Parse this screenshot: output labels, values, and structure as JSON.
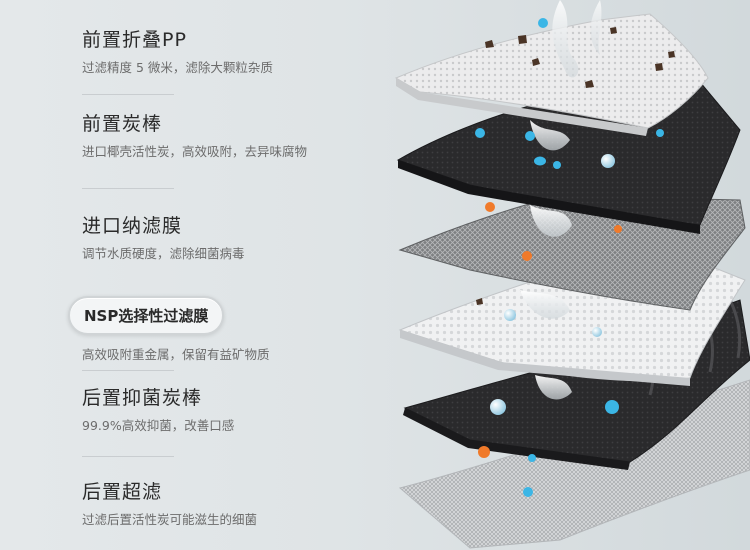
{
  "specs": [
    {
      "title": "前置折叠PP",
      "desc": "过滤精度 5 微米，滤除大颗粒杂质"
    },
    {
      "title": "前置炭棒",
      "desc": "进口椰壳活性炭，高效吸附，去异味腐物"
    },
    {
      "title": "进口纳滤膜",
      "desc": "调节水质硬度，滤除细菌病毒"
    },
    {
      "title": "NSP选择性过滤膜",
      "desc": "高效吸附重金属，保留有益矿物质",
      "highlight": true
    },
    {
      "title": "后置抑菌炭棒",
      "desc": "99.9%高效抑菌，改善口感"
    },
    {
      "title": "后置超滤",
      "desc": "过滤后置活性炭可能滋生的细菌"
    }
  ],
  "colors": {
    "background": "#e0e5e7",
    "title": "#2a2a2a",
    "desc": "#6c6c6c",
    "divider": "#c9cdd0",
    "layer_white": "#e9eaeb",
    "layer_black": "#2c2c2e",
    "layer_mesh": "#9a9c9e",
    "bacteria_blue": "#3bb6e6",
    "bacteria_orange": "#f07a2a"
  }
}
